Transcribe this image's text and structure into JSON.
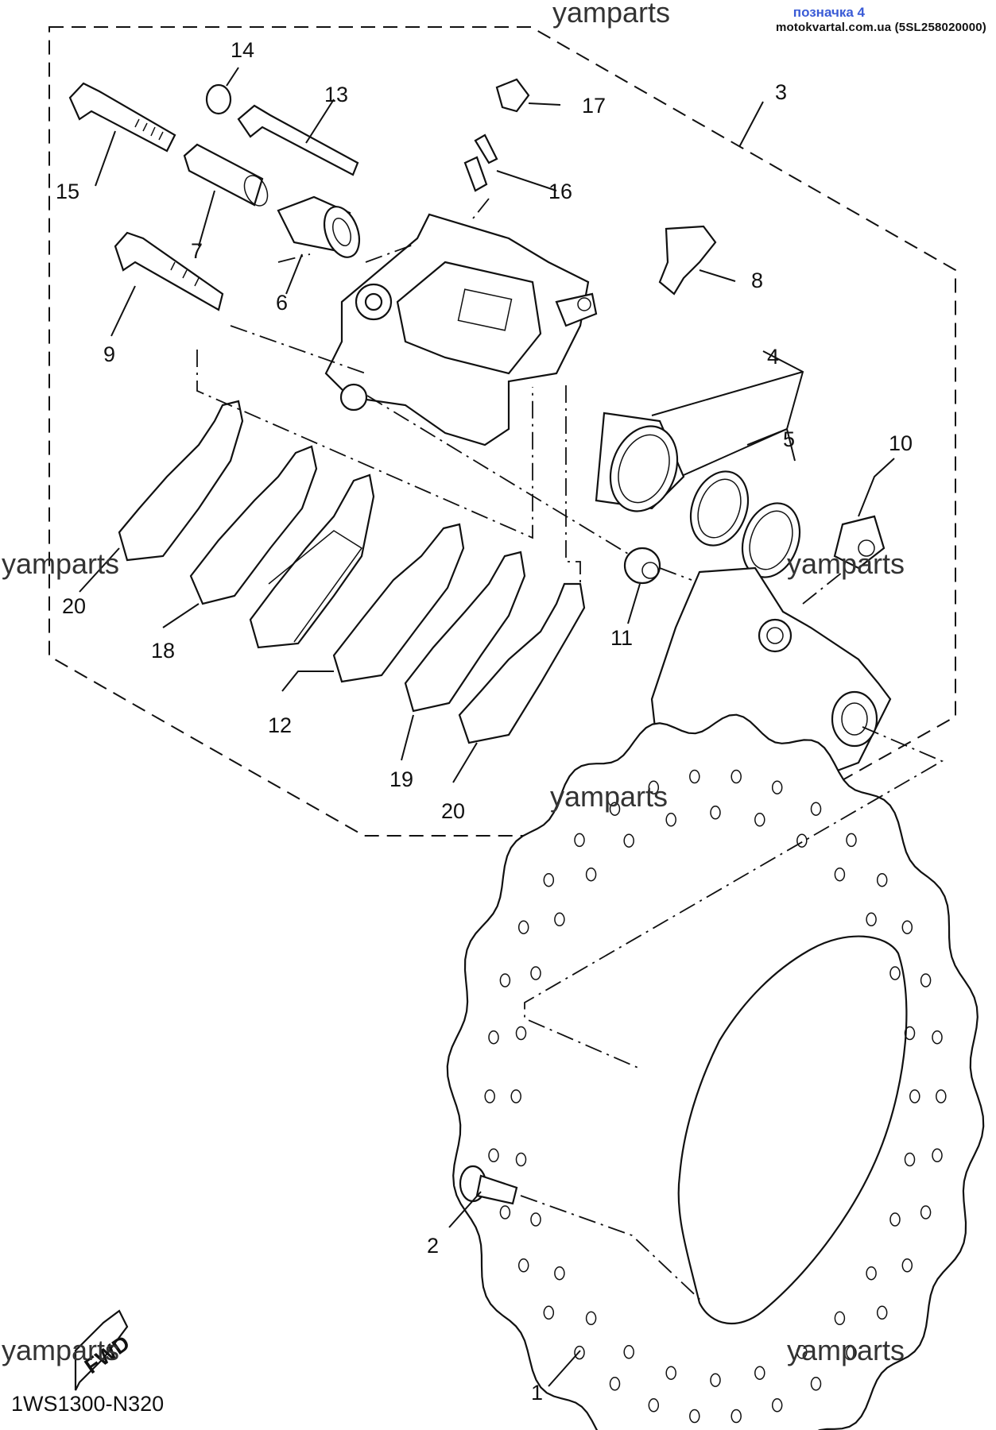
{
  "header": {
    "label": "позначка 4",
    "site": "motokvartal.com.ua (5SL258020000)"
  },
  "watermark": "yamparts",
  "diagram_code": "1WS1300-N320",
  "fwd_label": "FWD",
  "callouts": [
    "1",
    "2",
    "3",
    "4",
    "5",
    "6",
    "7",
    "8",
    "9",
    "10",
    "11",
    "12",
    "13",
    "14",
    "15",
    "16",
    "17",
    "18",
    "19",
    "20"
  ]
}
